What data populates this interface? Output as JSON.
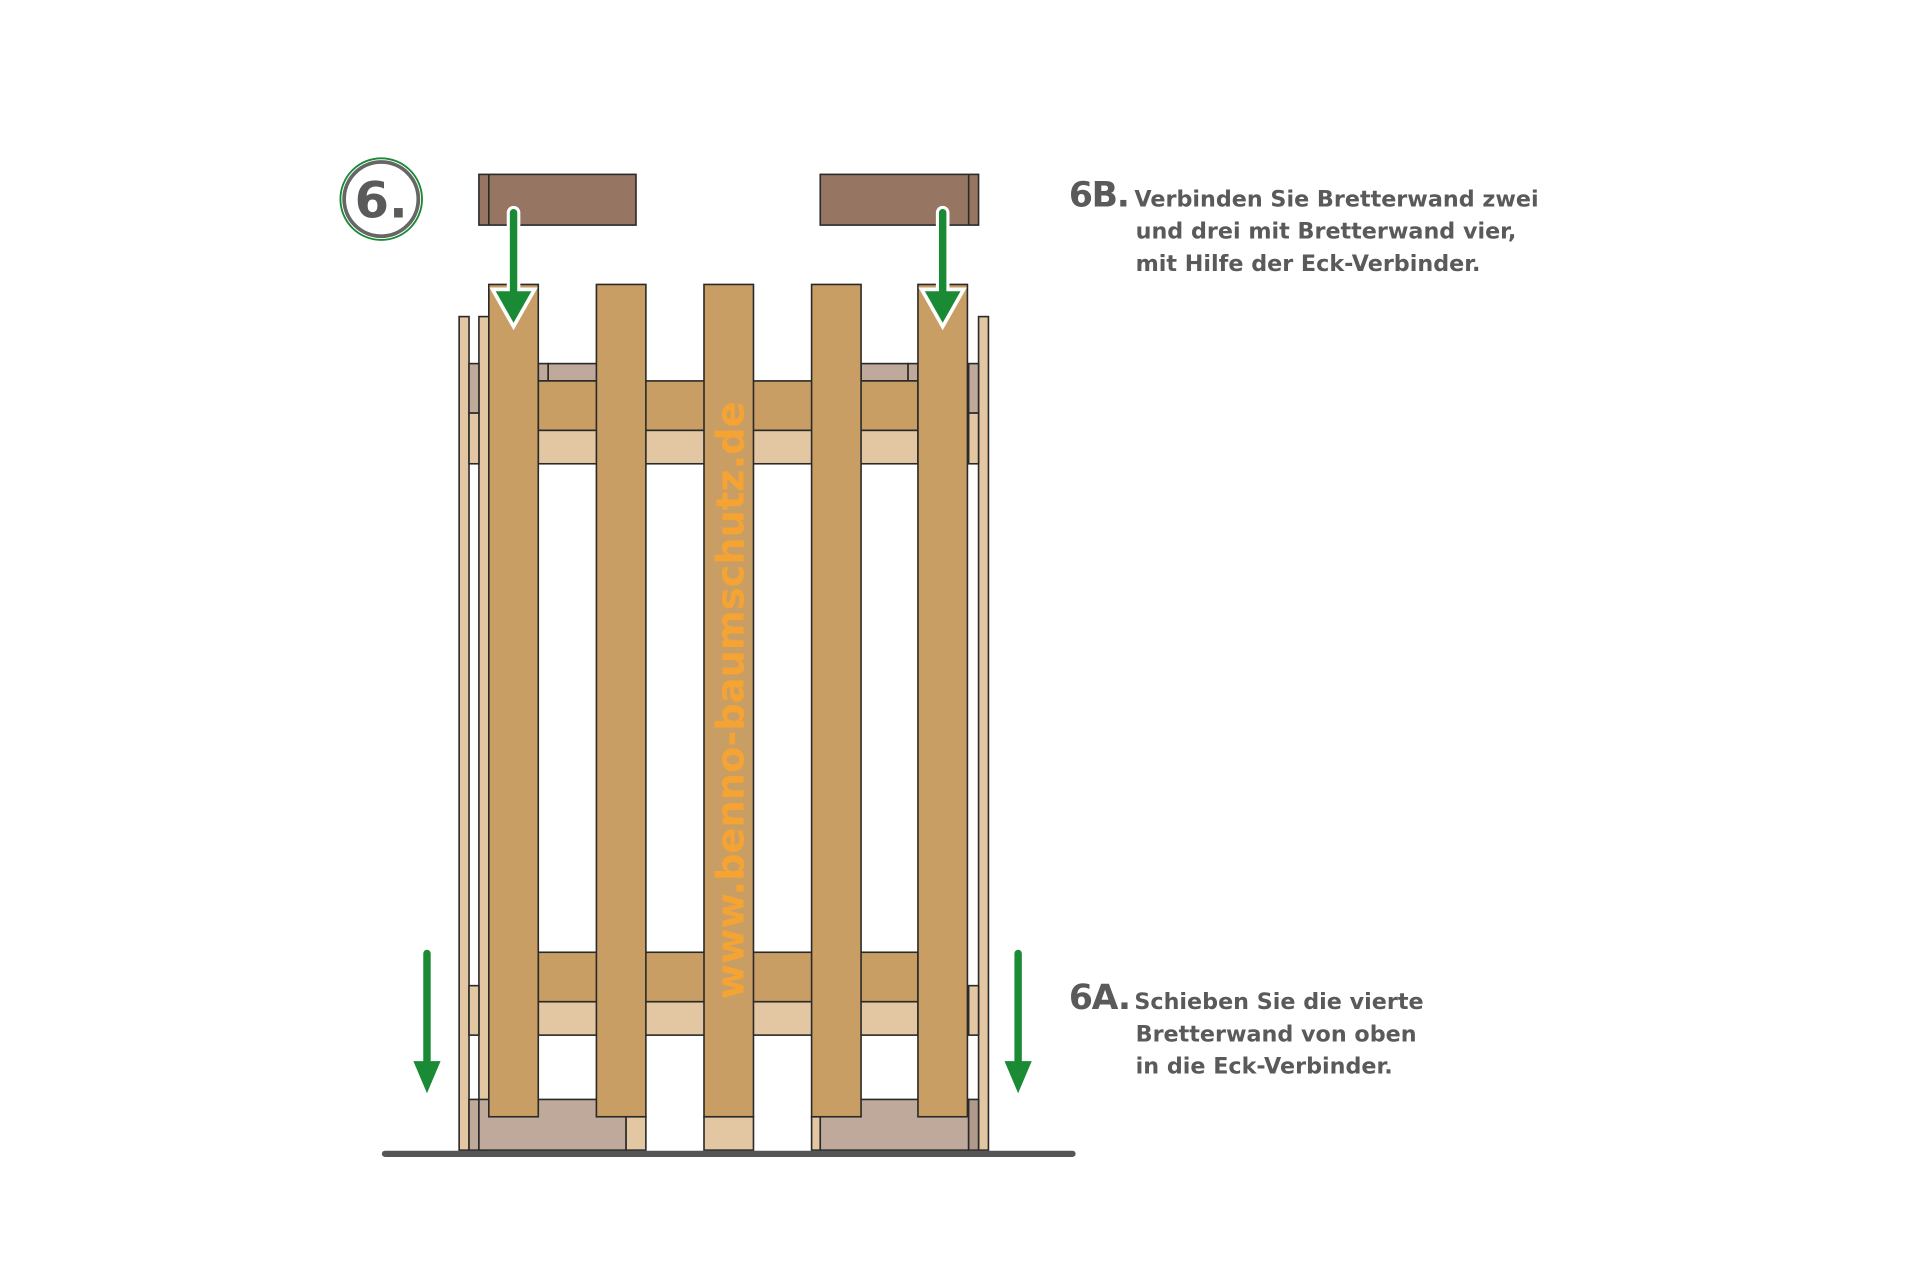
{
  "step_number": "6.",
  "instructions": [
    {
      "label": "6B.",
      "lines": [
        "Verbinden Sie Bretterwand zwei",
        "und drei mit Bretterwand vier,",
        "mit Hilfe der Eck-Verbinder."
      ]
    },
    {
      "label": "6A.",
      "lines": [
        "Schieben Sie die vierte",
        "Bretterwand von oben",
        "in die Eck-Verbinder."
      ]
    }
  ],
  "watermark": "www.benno-baumschutz.de",
  "colors": {
    "arrow": "#1a8a34",
    "board": "#c99e65",
    "board_light": "#e2c7a2",
    "connector": "#967563",
    "text": "#5a5a5a",
    "watermark": "#f5a433"
  }
}
